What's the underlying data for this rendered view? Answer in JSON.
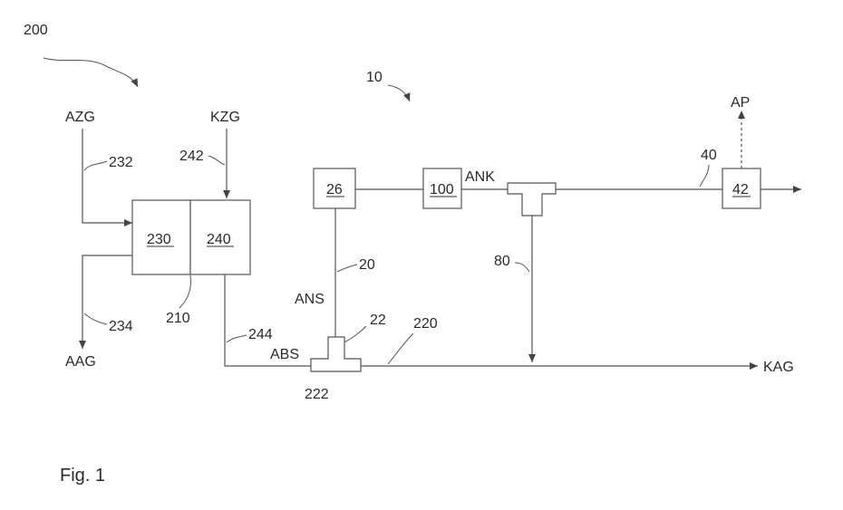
{
  "figure_caption": "Fig. 1",
  "reference_numerals": {
    "system": "200",
    "installation": "10",
    "unit_230": "230",
    "unit_240": "240",
    "unit_26": "26",
    "unit_100": "100",
    "unit_42": "42",
    "r210": "210",
    "r232": "232",
    "r234": "234",
    "r242": "242",
    "r244": "244",
    "r20": "20",
    "r22": "22",
    "r222": "222",
    "r220": "220",
    "r80": "80",
    "r40": "40"
  },
  "stream_labels": {
    "AZG": "AZG",
    "KZG": "KZG",
    "AAG": "AAG",
    "ANS": "ANS",
    "ABS": "ABS",
    "ANK": "ANK",
    "AP": "AP",
    "KAG": "KAG"
  }
}
